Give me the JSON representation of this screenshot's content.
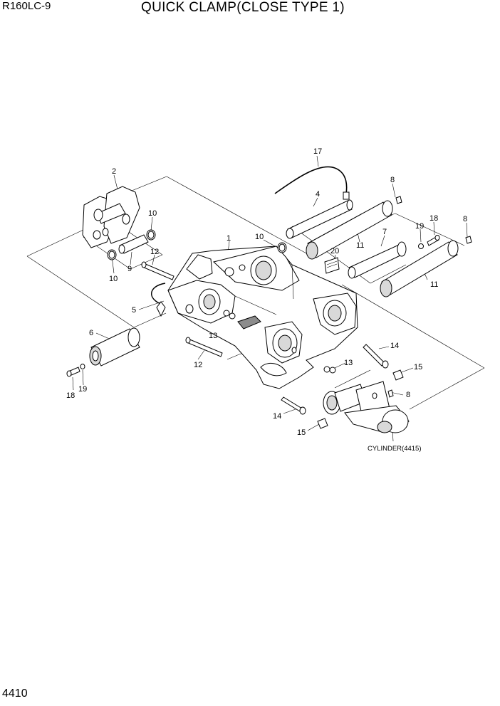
{
  "header": {
    "model": "R160LC-9",
    "title": "QUICK CLAMP(CLOSE TYPE 1)"
  },
  "footer": {
    "page_number": "4410"
  },
  "callouts": {
    "c1": "1",
    "c2": "2",
    "c4": "4",
    "c5": "5",
    "c6": "6",
    "c7": "7",
    "c8a": "8",
    "c8b": "8",
    "c8c": "8",
    "c9": "9",
    "c10a": "10",
    "c10b": "10",
    "c10c": "10",
    "c11a": "11",
    "c11b": "11",
    "c12a": "12",
    "c12b": "12",
    "c13a": "13",
    "c13b": "13",
    "c14a": "14",
    "c14b": "14",
    "c15a": "15",
    "c15b": "15",
    "c17": "17",
    "c18a": "18",
    "c18b": "18",
    "c19a": "19",
    "c19b": "19",
    "c20": "20"
  },
  "cylinder_ref": "CYLINDER(4415)"
}
